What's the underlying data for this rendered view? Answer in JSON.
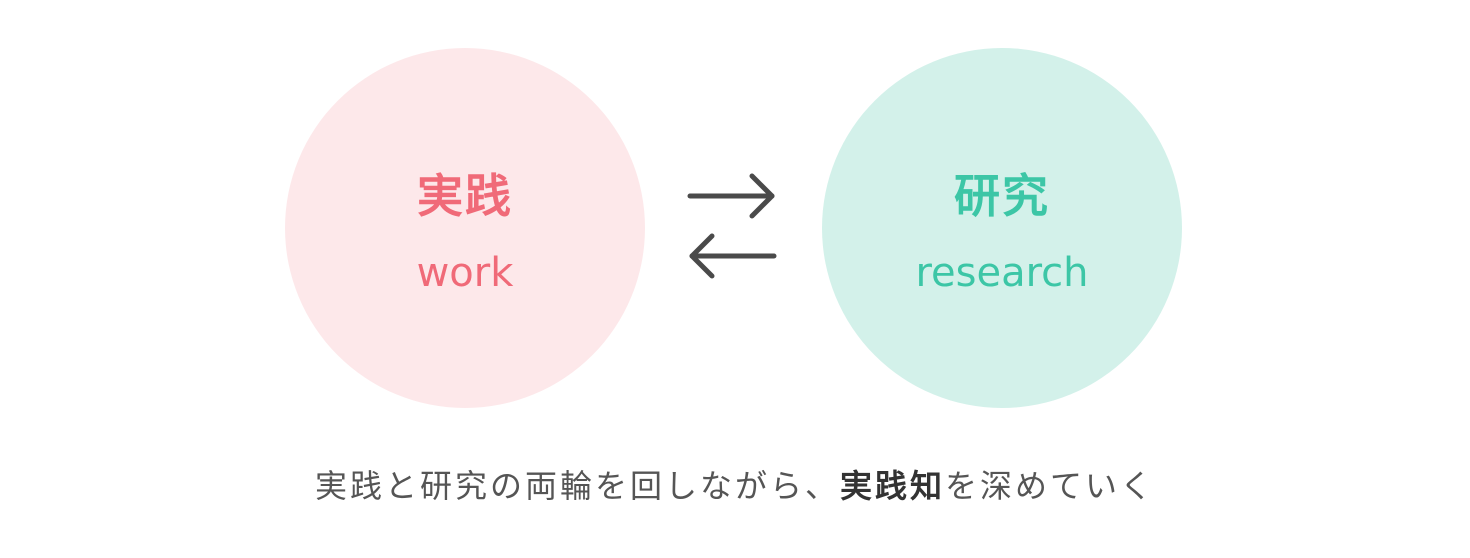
{
  "colors": {
    "work_bg": "#fde8ea",
    "work_fg": "#f06a78",
    "research_bg": "#d3f1ea",
    "research_fg": "#3cc6a6",
    "arrow": "#4a4a4a",
    "caption": "#555555"
  },
  "work": {
    "title": "実践",
    "subtitle": "work"
  },
  "research": {
    "title": "研究",
    "subtitle": "research"
  },
  "arrows": {
    "forward_icon": "arrow-right-icon",
    "back_icon": "arrow-left-icon"
  },
  "caption": {
    "before": "実践と研究の両輪を回しながら、",
    "emphasis": "実践知",
    "after": "を深めていく"
  }
}
